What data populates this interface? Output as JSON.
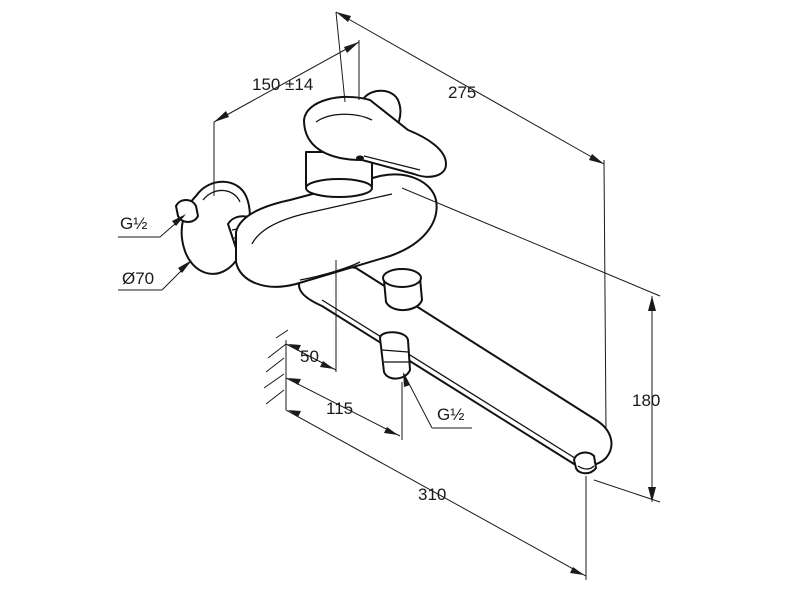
{
  "dimensions": {
    "width_150": "150 ±14",
    "depth_275": "275",
    "height_180": "180",
    "offset_50": "50",
    "offset_115": "115",
    "length_310": "310",
    "thread_inlet": "G½",
    "thread_outlet": "G½",
    "flange_diameter": "Ø70"
  }
}
